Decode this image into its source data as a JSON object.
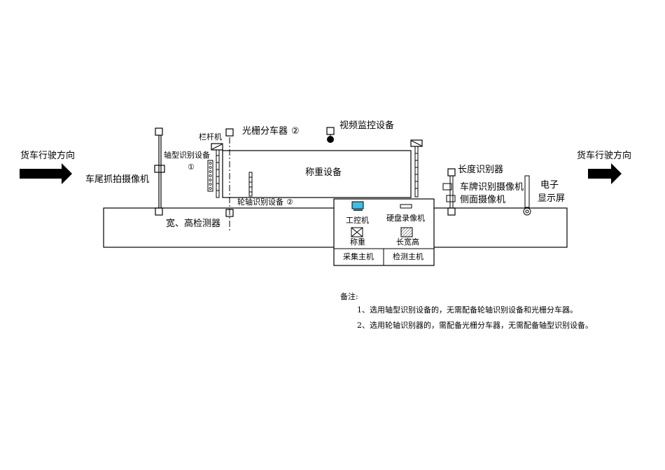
{
  "directions": {
    "left": "货车行驶方向",
    "right": "货车行驶方向"
  },
  "devices": {
    "tail_camera": "车尾抓拍摄像机",
    "barrier": "栏杆机",
    "axle_type_device": "轴型识别设备",
    "marker_1": "①",
    "light_curtain": "光栅分车器",
    "marker_2a": "②",
    "video_monitor": "视频监控设备",
    "weighing_device": "称重设备",
    "wheel_axle_device": "轮轴识别设备",
    "marker_2b": "②",
    "width_height_detector": "宽、高检测器",
    "length_detector": "长度识别器",
    "plate_camera": "车牌识别摄像机",
    "side_camera": "侧面摄像机",
    "display_line1": "电子",
    "display_line2": "显示屏"
  },
  "control_box": {
    "industrial_pc": "工控机",
    "hdd_recorder": "硬盘录像机",
    "weighing": "称重",
    "dimensions": "长宽高",
    "collect_host": "采集主机",
    "detect_host": "检测主机"
  },
  "notes": {
    "title": "备注:",
    "line1": "1、选用轴型识别设备的，无需配备轮轴识别设备和光栅分车器。",
    "line2": "2、选用轮轴识别器的，需配备光栅分车器，无需配备轴型识别设备。"
  },
  "colors": {
    "line": "#000000",
    "screen_fill": "#39c0e8",
    "background": "#ffffff"
  }
}
